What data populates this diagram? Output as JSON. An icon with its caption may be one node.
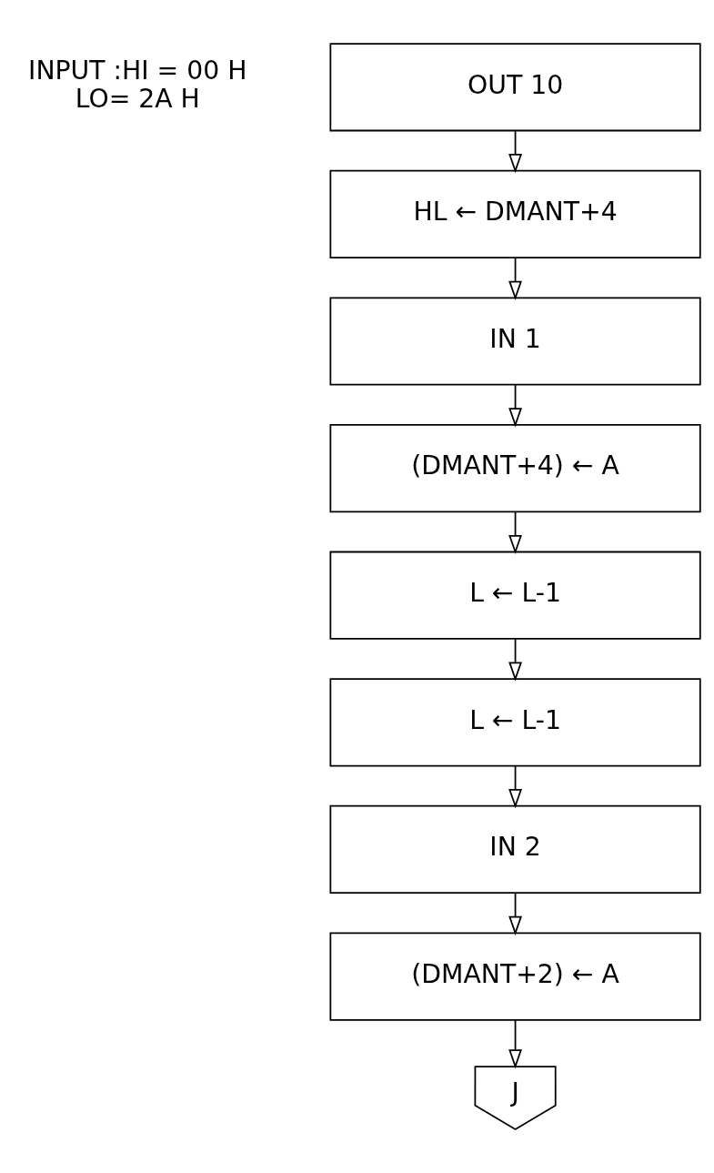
{
  "diagram": {
    "nodes": [
      {
        "text": [
          "OUT 10"
        ]
      },
      {
        "text": [
          "HL ← DMANT+4"
        ]
      },
      {
        "text": [
          "IN 1"
        ]
      },
      {
        "text": [
          "(DMANT+4) ← A"
        ]
      },
      {
        "text": [
          "L ← L-1"
        ]
      },
      {
        "text": [
          "L ← L-1"
        ]
      },
      {
        "text": [
          "IN 2"
        ]
      },
      {
        "text": [
          "(DMANT+2) ← A"
        ]
      },
      {
        "text": [
          "J"
        ]
      }
    ],
    "edges": [
      {
        "from": 0,
        "to": 1,
        "arrow": "to"
      },
      {
        "from": 1,
        "to": 2,
        "arrow": "to"
      },
      {
        "from": 2,
        "to": 3,
        "arrow": "to"
      },
      {
        "from": 3,
        "to": 4,
        "arrow": "to"
      },
      {
        "from": 4,
        "to": 5,
        "arrow": "to"
      },
      {
        "from": 5,
        "to": 6,
        "arrow": "to"
      },
      {
        "from": 6,
        "to": 7,
        "arrow": "to"
      },
      {
        "from": 7,
        "to": 8,
        "arrow": "to"
      }
    ],
    "labels": [
      "INPUT :HI = 00 H",
      "LO= 2A H"
    ]
  }
}
